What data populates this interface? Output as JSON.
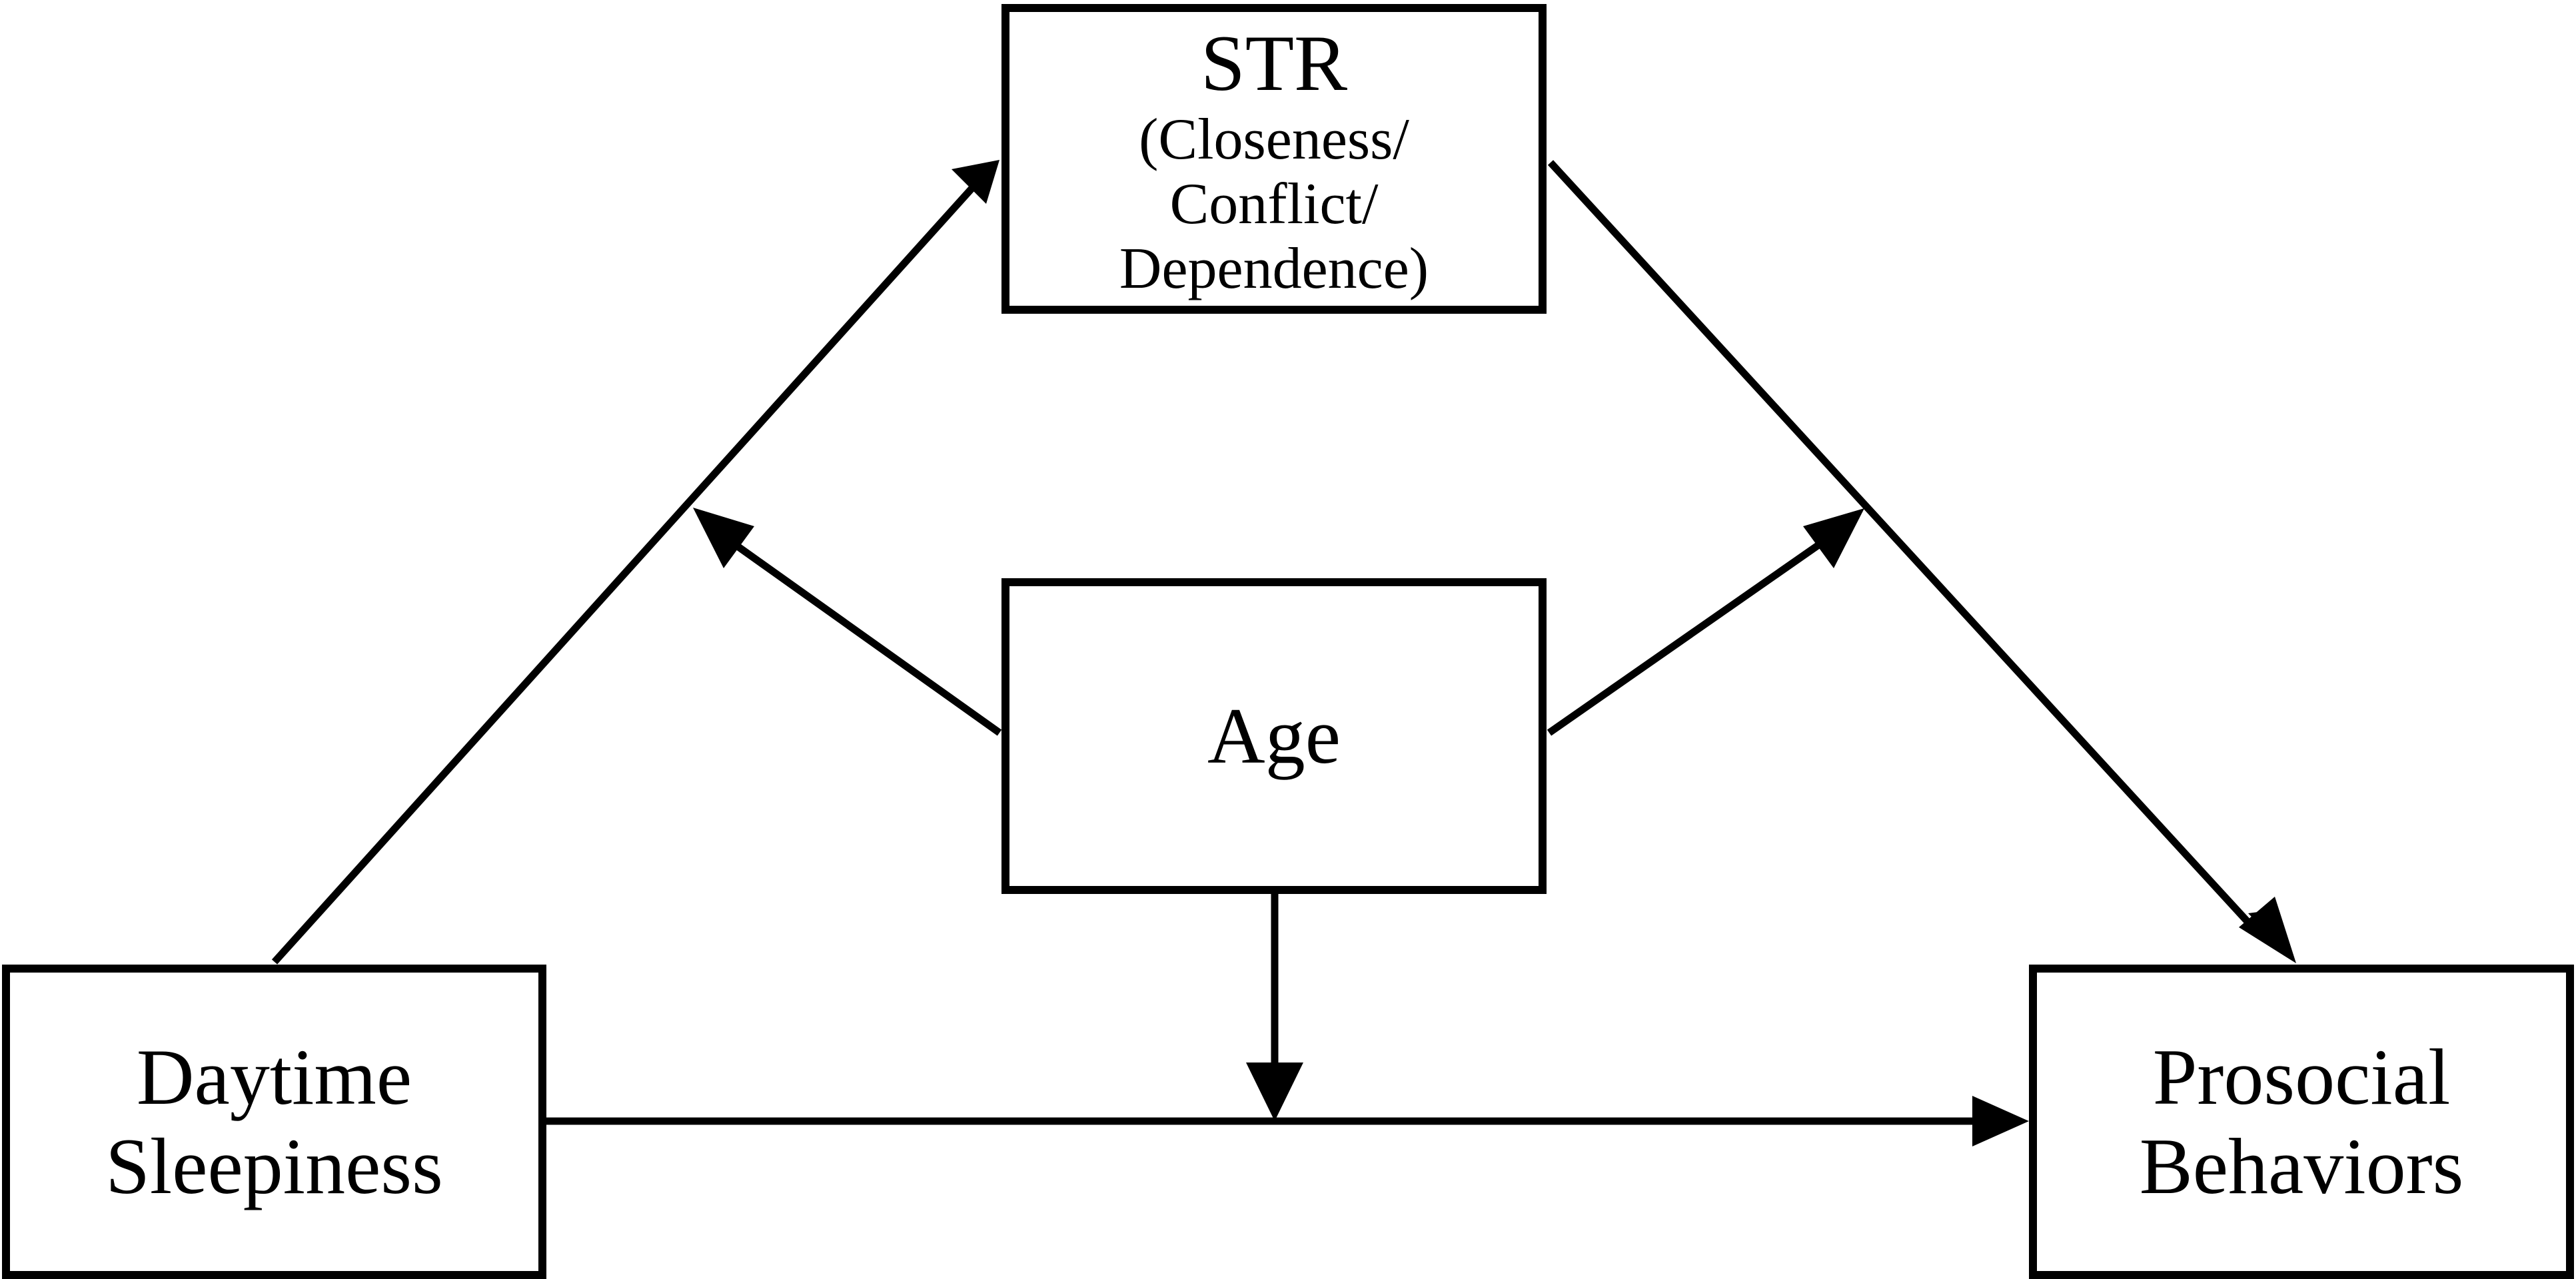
{
  "nodes": {
    "str": {
      "title": "STR",
      "lines": [
        "(Closeness/",
        "Conflict/",
        "Dependence)"
      ]
    },
    "age": {
      "lines": [
        "Age"
      ]
    },
    "daytime": {
      "lines": [
        "Daytime",
        "Sleepiness"
      ]
    },
    "prosocial": {
      "lines": [
        "Prosocial",
        "Behaviors"
      ]
    }
  },
  "edges": [
    {
      "from": "Daytime Sleepiness",
      "to": "STR"
    },
    {
      "from": "STR",
      "to": "Prosocial Behaviors"
    },
    {
      "from": "Daytime Sleepiness",
      "to": "Prosocial Behaviors"
    },
    {
      "from": "Age",
      "to": "Daytime Sleepiness → STR path"
    },
    {
      "from": "Age",
      "to": "STR → Prosocial Behaviors path"
    },
    {
      "from": "Age",
      "to": "Daytime Sleepiness → Prosocial Behaviors path"
    }
  ],
  "colors": {
    "stroke": "#000000",
    "background": "#ffffff"
  }
}
